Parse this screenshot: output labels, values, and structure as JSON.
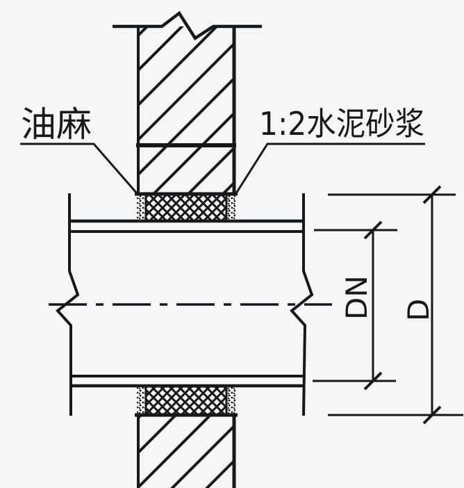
{
  "drawing": {
    "callouts": {
      "oakum": "油麻",
      "cement_mortar": "1:2水泥砂浆"
    },
    "dimensions": {
      "pipe_nominal": "DN",
      "opening": "D"
    },
    "colors": {
      "ink": "#181818",
      "background": "#f5f6f8"
    }
  }
}
